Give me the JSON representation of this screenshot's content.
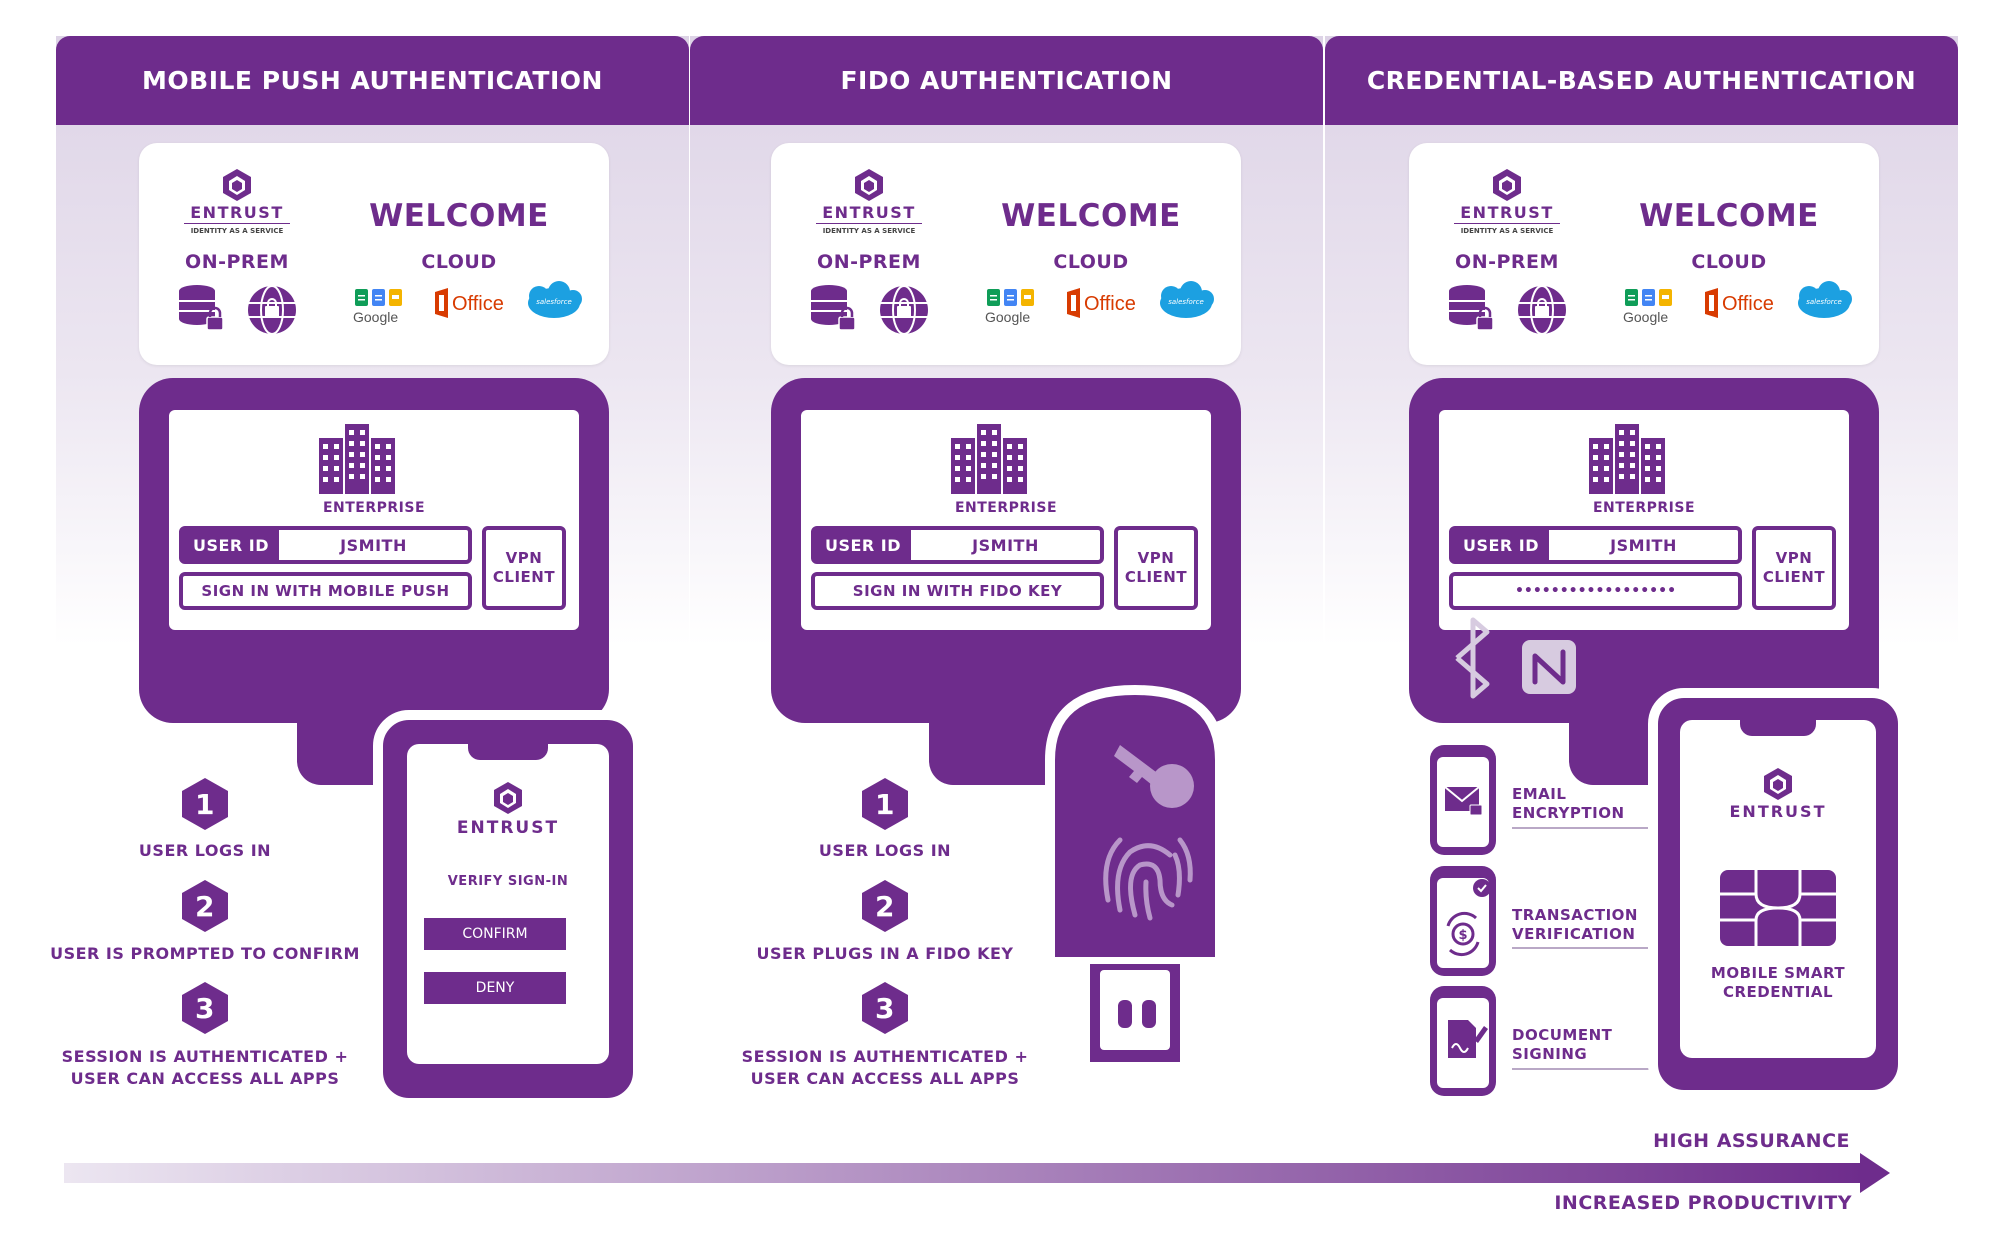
{
  "panels": [
    {
      "title": "MOBILE PUSH AUTHENTICATION",
      "brand": "ENTRUST",
      "brand_sub": "IDENTITY AS A SERVICE",
      "welcome": "WELCOME",
      "on_prem": "ON-PREM",
      "cloud": "CLOUD",
      "google": "Google",
      "office": "Office",
      "salesforce": "salesforce",
      "enterprise": "ENTERPRISE",
      "user_id_label": "USER ID",
      "user_id_value": "JSMITH",
      "sign_in": "SIGN IN WITH MOBILE PUSH",
      "vpn_client": "VPN CLIENT",
      "steps": [
        {
          "num": "1",
          "text": "USER LOGS IN"
        },
        {
          "num": "2",
          "text": "USER IS PROMPTED TO CONFIRM"
        },
        {
          "num": "3",
          "text": "SESSION IS AUTHENTICATED + USER CAN ACCESS ALL APPS"
        }
      ],
      "phone": {
        "brand": "ENTRUST",
        "prompt": "VERIFY SIGN-IN",
        "confirm": "CONFIRM",
        "deny": "DENY"
      }
    },
    {
      "title": "FIDO AUTHENTICATION",
      "brand": "ENTRUST",
      "brand_sub": "IDENTITY AS A SERVICE",
      "welcome": "WELCOME",
      "on_prem": "ON-PREM",
      "cloud": "CLOUD",
      "google": "Google",
      "office": "Office",
      "salesforce": "salesforce",
      "enterprise": "ENTERPRISE",
      "user_id_label": "USER ID",
      "user_id_value": "JSMITH",
      "sign_in": "SIGN IN WITH FIDO KEY",
      "vpn_client": "VPN CLIENT",
      "steps": [
        {
          "num": "1",
          "text": "USER LOGS IN"
        },
        {
          "num": "2",
          "text": "USER PLUGS IN A FIDO KEY"
        },
        {
          "num": "3",
          "text": "SESSION IS AUTHENTICATED + USER CAN ACCESS ALL APPS"
        }
      ]
    },
    {
      "title": "CREDENTIAL-BASED AUTHENTICATION",
      "brand": "ENTRUST",
      "brand_sub": "IDENTITY AS A SERVICE",
      "welcome": "WELCOME",
      "on_prem": "ON-PREM",
      "cloud": "CLOUD",
      "google": "Google",
      "office": "Office",
      "salesforce": "salesforce",
      "enterprise": "ENTERPRISE",
      "user_id_label": "USER ID",
      "user_id_value": "JSMITH",
      "password_mask": "••••••••••••••••••",
      "vpn_client": "VPN CLIENT",
      "use_cases": [
        {
          "text": "EMAIL ENCRYPTION"
        },
        {
          "text": "TRANSACTION VERIFICATION"
        },
        {
          "text": "DOCUMENT SIGNING"
        }
      ],
      "phone": {
        "brand": "ENTRUST",
        "credential": "MOBILE SMART CREDENTIAL"
      }
    }
  ],
  "arrow": {
    "top_label": "HIGH ASSURANCE",
    "bottom_label": "INCREASED PRODUCTIVITY"
  },
  "colors": {
    "purple": "#6e2c8c",
    "light_purple": "#ddd3e6",
    "google_green": "#0f9d58",
    "google_blue": "#4285f4",
    "google_yellow": "#f4b400",
    "office_orange": "#d83b01",
    "salesforce_blue": "#1ca0e1"
  }
}
